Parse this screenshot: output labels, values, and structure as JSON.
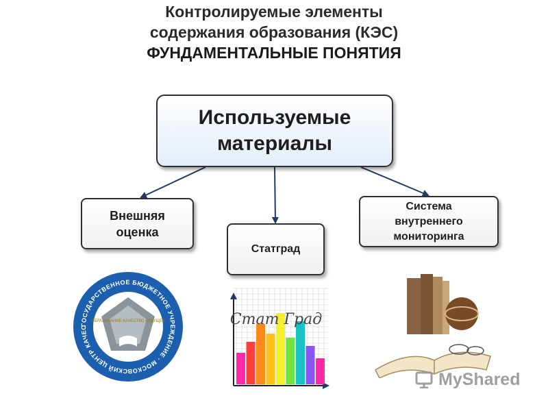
{
  "header": {
    "line1": "Контролируемые элементы",
    "line2": "содержания образования (КЭС)",
    "line3": "ФУНДАМЕНТАЛЬНЫЕ ПОНЯТИЯ"
  },
  "diagram": {
    "root": {
      "label": "Используемые\nматериалы"
    },
    "children": [
      {
        "label": "Внешняя\nоценка"
      },
      {
        "label": "Статград"
      },
      {
        "label": "Система\nвнутреннего\nмониторинга"
      }
    ]
  },
  "images": {
    "logo": {
      "ring_text": "ГОСУДАРСТВЕННОЕ БЮДЖЕТНОЕ УЧРЕЖДЕНИЕ · МОСКОВСКИЙ ЦЕНТР КАЧЕСТВА ОБРАЗОВАНИЯ",
      "center_text": "ОБРАЗОВАНИЕ КАЧЕСТВО БУДУЩЕЕ",
      "ring_color": "#1b5fae",
      "inner_color": "#8a949c"
    },
    "statgrad_logo_text": "Стат Град",
    "bar_colors": [
      "#ff2aa8",
      "#ff3e3e",
      "#ff8a1c",
      "#ffc21c",
      "#f6f02a",
      "#6fe43a",
      "#19c1c4",
      "#8a57f5"
    ]
  },
  "watermark": {
    "text": "MyShared",
    "icon": "projector-icon"
  }
}
